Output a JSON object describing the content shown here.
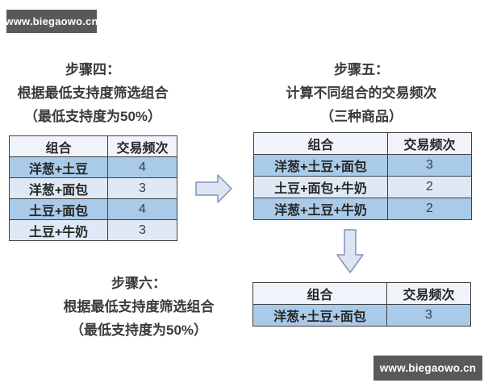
{
  "watermark_top": {
    "text": "www.biegaowo.cn"
  },
  "watermark_bottom": {
    "text": "www.biegaowo.cn"
  },
  "steps": {
    "step4": {
      "heading": "步骤四：",
      "line2": "根据最低支持度筛选组合",
      "line3": "（最低支持度为50%）"
    },
    "step5": {
      "heading": "步骤五：",
      "line2": "计算不同组合的交易频次",
      "line3": "（三种商品）"
    },
    "step6": {
      "heading": "步骤六：",
      "line2": "根据最低支持度筛选组合",
      "line3": "（最低支持度为50%）"
    }
  },
  "tables": {
    "headers": [
      "组合",
      "交易频次"
    ],
    "step4_table": {
      "rows": [
        [
          "洋葱+土豆",
          "4"
        ],
        [
          "洋葱+面包",
          "3"
        ],
        [
          "土豆+面包",
          "4"
        ],
        [
          "土豆+牛奶",
          "3"
        ]
      ]
    },
    "step5_table": {
      "rows": [
        [
          "洋葱+土豆+面包",
          "3"
        ],
        [
          "土豆+面包+牛奶",
          "2"
        ],
        [
          "洋葱+土豆+牛奶",
          "2"
        ]
      ]
    },
    "step6_table": {
      "rows": [
        [
          "洋葱+土豆+面包",
          "3"
        ]
      ]
    }
  },
  "icons": {
    "right_arrow": "right-arrow-icon",
    "down_arrow": "down-arrow-icon"
  },
  "colors": {
    "watermark_bg": "#58595b",
    "watermark_fg": "#ffffff",
    "table_border": "#3f3f3f",
    "header_row_bg": "#f0f4fa",
    "blue_row_bg": "#a9cbe9",
    "light_row_bg": "#dfe9f5",
    "arrow_fill": "#dde4f3",
    "arrow_stroke": "#8293b8",
    "title_text": "#3a3a3a"
  }
}
